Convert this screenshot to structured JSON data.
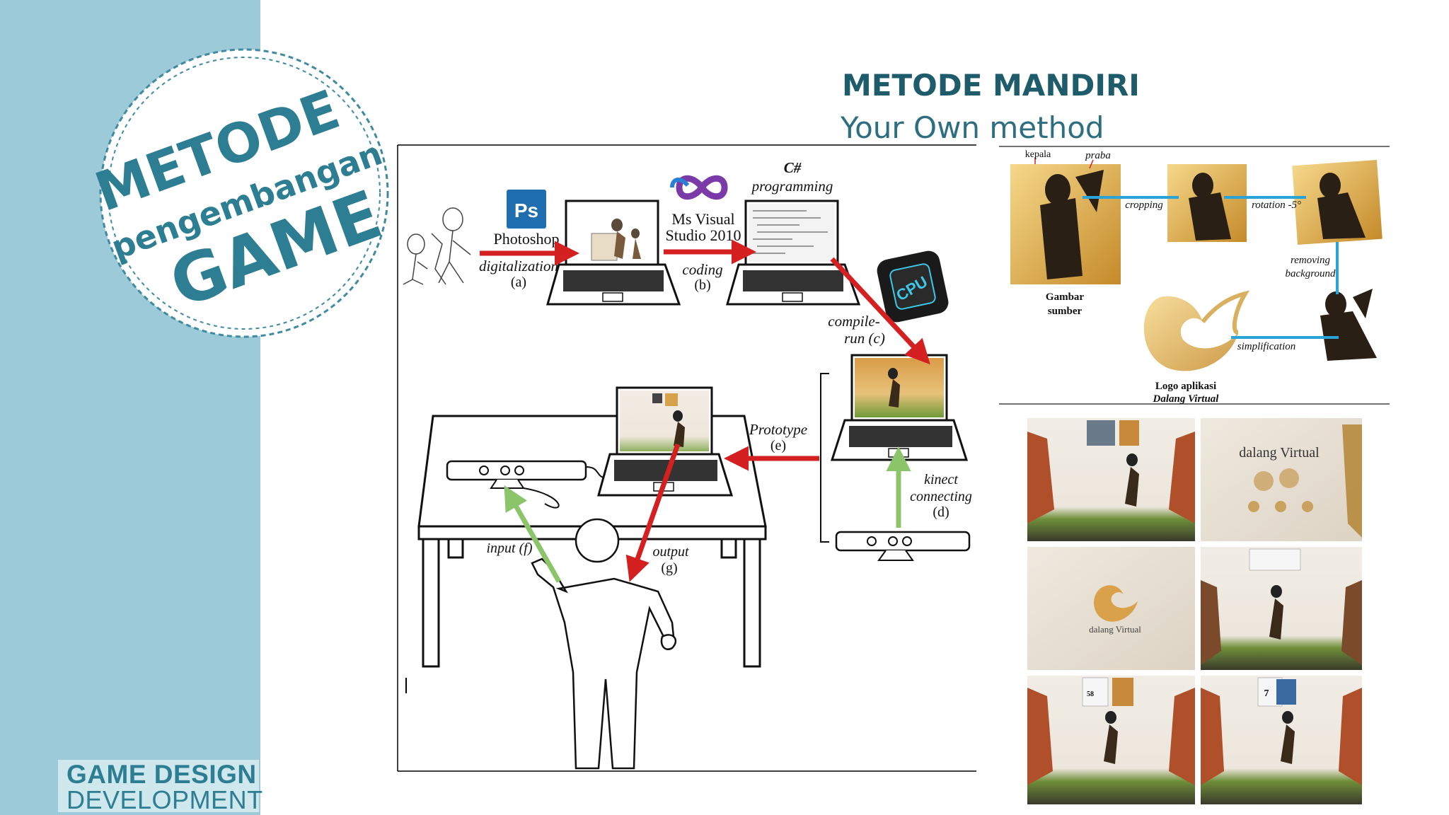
{
  "stamp": {
    "line1": "METODE",
    "line2": "pengembangan",
    "line3": "GAME"
  },
  "brand": {
    "line1": "GAME DESIGN",
    "line2": "DEVELOPMENT"
  },
  "header": {
    "title": "METODE MANDIRI",
    "subtitle": "Your Own method"
  },
  "workflow": {
    "photoshop": "Photoshop",
    "ps_icon": "Ps",
    "digitalization": "digitalization",
    "a": "(a)",
    "ms_visual_1": "Ms Visual",
    "ms_visual_2": "Studio 2010",
    "coding": "coding",
    "b": "(b)",
    "csharp": "C#",
    "programming": "programming",
    "cpu": "CPU",
    "compile": "compile-",
    "run": "run (c)",
    "prototype": "Prototype",
    "e": "(e)",
    "kinect": "kinect",
    "connecting": "connecting",
    "d": "(d)",
    "input": "input (f)",
    "output": "output",
    "g": "(g)"
  },
  "process": {
    "kepala": "kepala",
    "praba": "praba",
    "cropping": "cropping",
    "rotation": "rotation -5°",
    "removing": "removing",
    "background": "background",
    "simplification": "simplification",
    "gambar": "Gambar",
    "sumber": "sumber",
    "logo1": "Logo aplikasi",
    "logo2": "Dalang Virtual"
  },
  "screens": {
    "title_logo": "dalang Virtual",
    "logo_small": "dalang Virtual",
    "count1": "58",
    "count2": "7"
  },
  "colors": {
    "sidebar": "#9dcad8",
    "teal": "#2d7e93",
    "title": "#1f5c6b",
    "arrow_red": "#d42020",
    "arrow_green": "#8cc46a",
    "line_blue": "#2aa3d8"
  }
}
